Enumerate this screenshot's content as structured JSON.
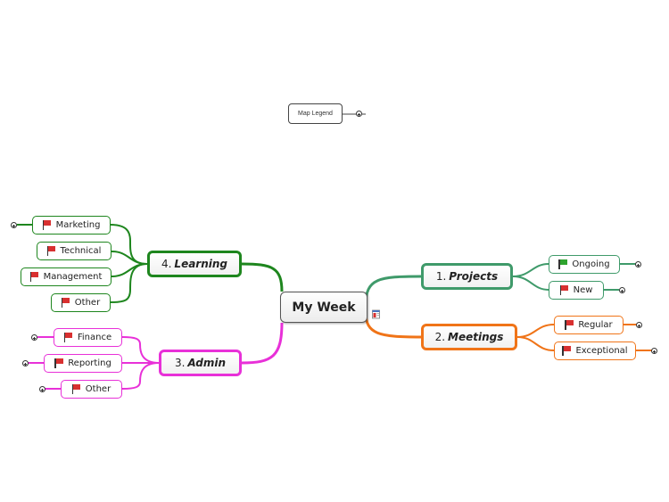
{
  "central": {
    "label": "My Week"
  },
  "legend": {
    "label": "Map Legend"
  },
  "branches": [
    {
      "number": "1.",
      "title": "Projects",
      "color": "#3f9a6a",
      "children": [
        {
          "label": "Ongoing",
          "flag_color": "#2ea32e"
        },
        {
          "label": "New",
          "flag_color": "#d83030"
        }
      ]
    },
    {
      "number": "2.",
      "title": "Meetings",
      "color": "#f07418",
      "children": [
        {
          "label": "Regular",
          "flag_color": "#d83030"
        },
        {
          "label": "Exceptional",
          "flag_color": "#d83030"
        }
      ]
    },
    {
      "number": "3.",
      "title": "Admin",
      "color": "#e830d8",
      "children": [
        {
          "label": "Finance",
          "flag_color": "#d83030"
        },
        {
          "label": "Reporting",
          "flag_color": "#d83030"
        },
        {
          "label": "Other",
          "flag_color": "#d83030"
        }
      ]
    },
    {
      "number": "4.",
      "title": "Learning",
      "color": "#1e861e",
      "children": [
        {
          "label": "Marketing",
          "flag_color": "#d83030"
        },
        {
          "label": "Technical",
          "flag_color": "#d83030"
        },
        {
          "label": "Management",
          "flag_color": "#d83030"
        },
        {
          "label": "Other",
          "flag_color": "#d83030"
        }
      ]
    }
  ]
}
